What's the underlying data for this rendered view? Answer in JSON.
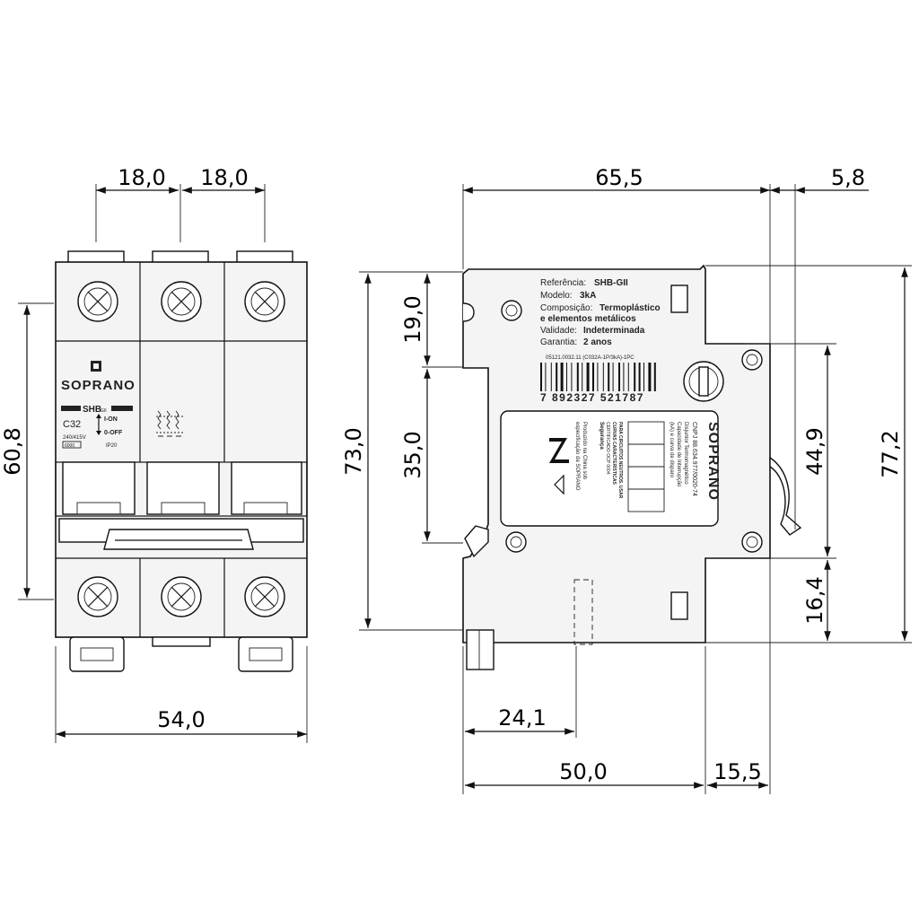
{
  "dimensions": {
    "pole_pitch_1": "18,0",
    "pole_pitch_2": "18,0",
    "front_height": "60,8",
    "front_width": "54,0",
    "depth": "65,5",
    "depth_extra": "5,8",
    "top_offset": "19,0",
    "rail_height": "35,0",
    "total_body_height": "73,0",
    "window_height": "44,9",
    "lower_offset": "16,4",
    "overall_height": "77,2",
    "rail_offset": "24,1",
    "base_depth": "50,0",
    "front_depth": "15,5"
  },
  "front_view": {
    "brand": "SOPRANO",
    "model_badge": "SHB",
    "model_badge_suffix": "GII",
    "rating": "C32",
    "on_label": "I-ON",
    "off_label": "0-OFF",
    "voltage": "240/415V",
    "breaking": "6000",
    "ip_rating": "IP20"
  },
  "side_label": {
    "line1_key": "Referência:",
    "line1_val": "SHB-GII",
    "line2_key": "Modelo:",
    "line2_val": "3kA",
    "line3_key": "Composição:",
    "line3_val": "Termoplástico",
    "line4_val": "e elementos metálicos",
    "line5_key": "Validade:",
    "line5_val": "Indeterminada",
    "line6_key": "Garantia:",
    "line6_val": "2 anos",
    "code_line": "05121.0032.11 (C032A-1P/3kA)-1PC",
    "barcode_number": "7 892327 521787"
  },
  "side_plate": {
    "brand": "SOPRANO",
    "lines": [
      "CNPJ 88.634.977/0020-74",
      "Disjuntor Termomagnético",
      "Capacidade de Interrupção",
      "(kA) e curva de disparo",
      "Produzido na China sob",
      "especificação da SOPRANO",
      "PARA CIRCUITOS NEUTROS. USAR",
      "CURVAS CARACTERÍSTICAS",
      "CERTIFICADO OCP 0004",
      "Segurança"
    ]
  }
}
